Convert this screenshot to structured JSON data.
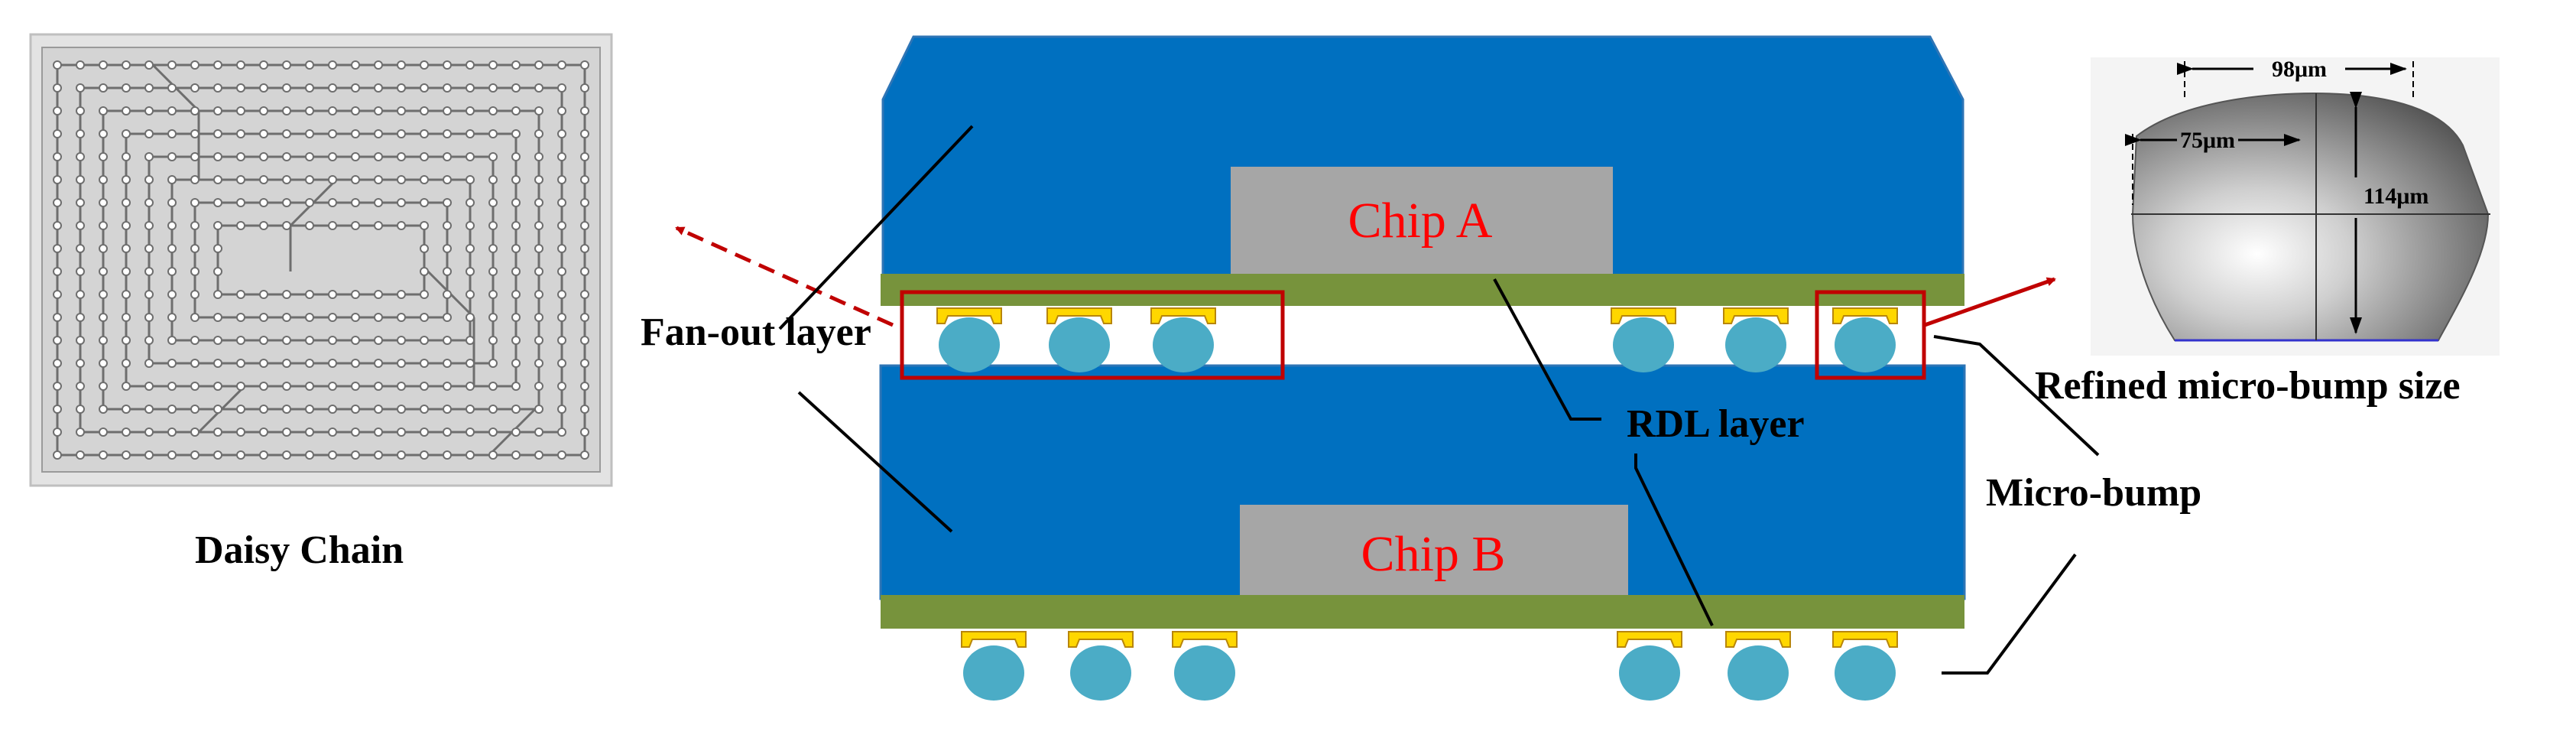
{
  "labels": {
    "daisy_chain": "Daisy Chain",
    "fan_out_layer": "Fan-out layer",
    "rdl_layer": "RDL layer",
    "micro_bump": "Micro-bump",
    "refined_size": "Refined micro-bump size",
    "chip_a": "Chip A",
    "chip_b": "Chip B"
  },
  "bump_dimensions": {
    "top_width": "98μm",
    "side_width": "75μm",
    "height": "114μm"
  },
  "colors": {
    "mold_blue": "#0070c0",
    "rdl_green": "#77933c",
    "chip_gray": "#a6a6a6",
    "chip_text_red": "#ff0000",
    "bump_cyan": "#4bacc6",
    "pad_yellow": "#ffd700",
    "callout_red": "#c00000",
    "daisy_bg": "#d9d9d9"
  }
}
